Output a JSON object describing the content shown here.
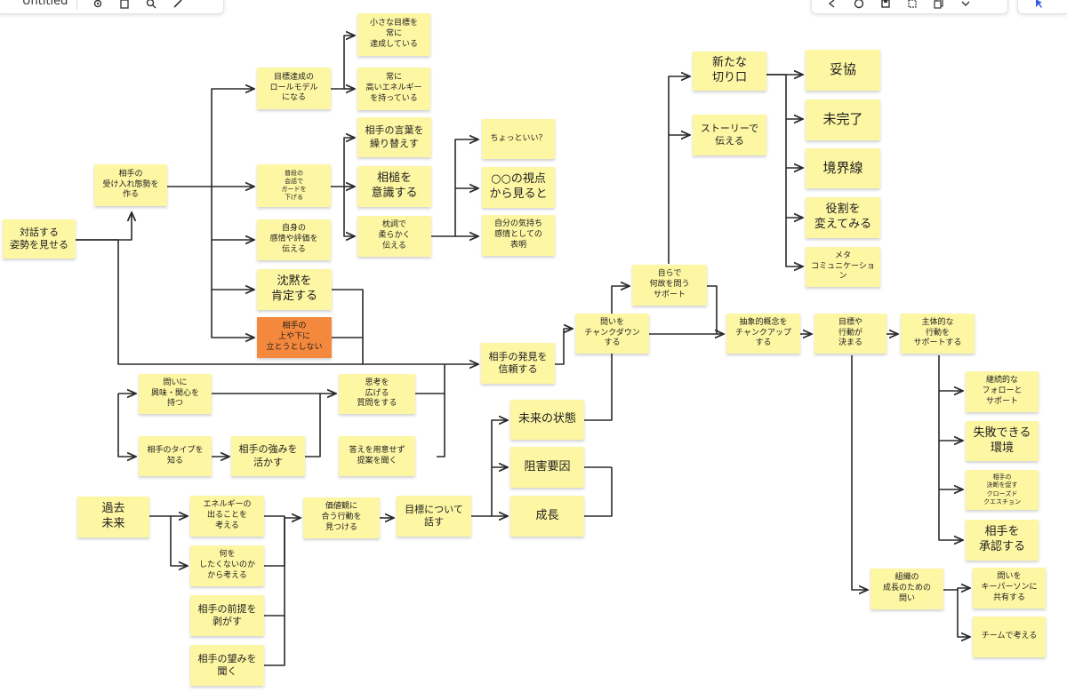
{
  "toolbar": {
    "board_title": "Untitled",
    "left_icons": [
      "settings-icon",
      "export-icon",
      "search-icon",
      "pen-icon"
    ],
    "right_icons": [
      "arrow-icon",
      "timer-icon",
      "save-icon",
      "frame-icon",
      "copy-icon",
      "chevron-down-icon"
    ],
    "far_right_icons": [
      "cursor-icon"
    ]
  },
  "colors": {
    "note": "#fdf6a3",
    "note_highlight": "#f4883c",
    "connector": "#2a2a2a"
  },
  "notes": {
    "n_taiwa": "対話する\n姿勢を見せる",
    "n_ukeire": "相手の\n受け入れ態勢を\n作る",
    "n_role": "目標達成の\nロールモデル\nになる",
    "n_chiisana": "小さな目標を\n常に\n達成している",
    "n_energy_high": "常に\n高いエネルギー\nを持っている",
    "n_guard": "普段の\n会話で\nガードを\n下げる",
    "n_jishin": "自身の\n感情や評価を\n伝える",
    "n_chinmoku": "沈黙を\n肯定する",
    "n_ueyashita": "相手の\n上や下に\n立とうとしない",
    "n_kotoba": "相手の言葉を\n繰り替えす",
    "n_aizuchi": "相槌を\n意識する",
    "n_makura": "枕詞で\n柔らかく\n伝える",
    "n_chotto": "ちょっといい？",
    "n_shiten": "○○の視点\nから見ると",
    "n_kimochi": "自分の気持ち\n感情としての\n表明",
    "n_kyomi": "問いに\n興味・関心を\n持つ",
    "n_type": "相手のタイプを\n知る",
    "n_tsuyomi": "相手の強みを\n活かす",
    "n_shiko": "思考を\n広げる\n質問をする",
    "n_kotae": "答えを用意せず\n提案を聞く",
    "n_hakken": "相手の発見を\n信頼する",
    "n_chunkdown": "問いを\nチャンクダウン\nする",
    "n_naze": "自らで\n何故を問う\nサポート",
    "n_kiriguchi": "新たな\n切り口",
    "n_story": "ストーリーで\n伝える",
    "n_dakyo": "妥協",
    "n_mikanryo": "未完了",
    "n_kyokai": "境界線",
    "n_yakuwari": "役割を\n変えてみる",
    "n_meta": "メタ\nコミュニケーション",
    "n_chunkup": "抽象的概念を\nチャンクアップ\nする",
    "n_mokuhyo_kimaru": "目標や\n行動が\n決まる",
    "n_shutai": "主体的な\n行動を\nサポートする",
    "n_keizoku": "継続的な\nフォローと\nサポート",
    "n_shippai": "失敗できる\n環境",
    "n_closed": "相手の\n決断を促す\nクローズド\nクエスチョン",
    "n_shonin": "相手を\n承認する",
    "n_soshiki": "組織の\n成長のための\n問い",
    "n_keyperson": "問いを\nキーパーソンに\n共有する",
    "n_team": "チームで考える",
    "n_kako": "過去\n未来",
    "n_energy_out": "エネルギーの\n出ることを\n考える",
    "n_shitakunai": "何を\nしたくないのか\nから考える",
    "n_zentei": "相手の前提を\n剥がす",
    "n_nozomi": "相手の望みを\n聞く",
    "n_kachikan": "価値観に\n合う行動を\n見つける",
    "n_mokuhyo_hanasu": "目標について\n話す",
    "n_mirai": "未来の状態",
    "n_sogai": "阻害要因",
    "n_seicho": "成長"
  }
}
